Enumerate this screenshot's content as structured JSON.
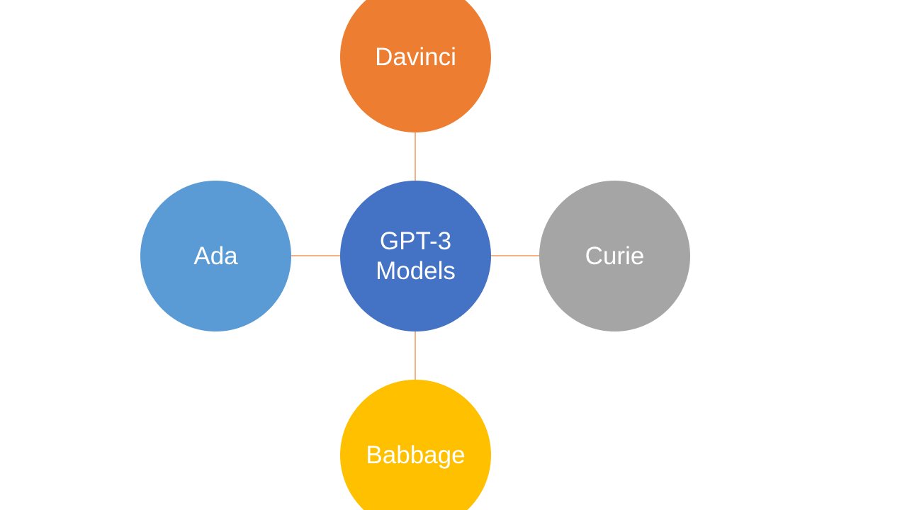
{
  "diagram": {
    "center": {
      "label": "GPT-3\nModels",
      "color": "#4472c4"
    },
    "nodes": [
      {
        "id": "davinci",
        "label": "Davinci",
        "color": "#ed7d31"
      },
      {
        "id": "ada",
        "label": "Ada",
        "color": "#5b9bd5"
      },
      {
        "id": "curie",
        "label": "Curie",
        "color": "#a5a5a5"
      },
      {
        "id": "babbage",
        "label": "Babbage",
        "color": "#ffc000"
      }
    ],
    "connector_color": "#f4b183"
  }
}
